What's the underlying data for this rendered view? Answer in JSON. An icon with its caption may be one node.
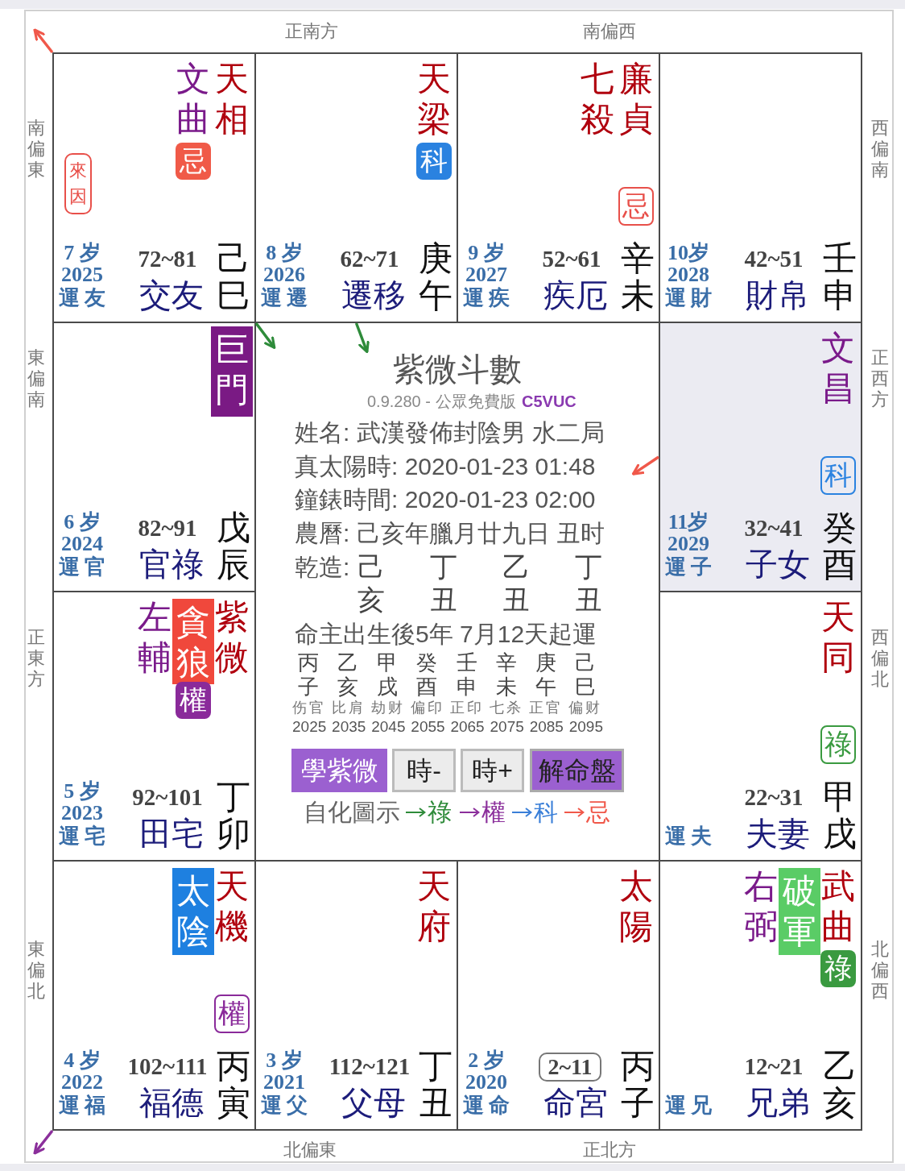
{
  "diagram": {
    "title": "紫微斗數",
    "nodes": [
      {
        "text": [
          "天相",
          "文曲",
          "7 岁",
          "2025",
          "運 友",
          "72~81",
          "交友",
          "己巳"
        ]
      },
      {
        "text": [
          "忌"
        ],
        "in": 0
      },
      {
        "text": [
          "來因"
        ],
        "in": 0
      },
      {
        "text": [
          "天梁",
          "8 岁",
          "2026",
          "運 遷",
          "62~71",
          "遷移",
          "庚午"
        ]
      },
      {
        "text": [
          "科"
        ],
        "in": 3
      },
      {
        "text": [
          "廉貞",
          "七殺",
          "9 岁",
          "2027",
          "運 疾",
          "52~61",
          "疾厄",
          "辛未"
        ]
      },
      {
        "text": [
          "忌"
        ],
        "in": 5
      },
      {
        "text": [
          "10岁",
          "2028",
          "運 財",
          "42~51",
          "財帛",
          "壬申"
        ]
      },
      {
        "text": [
          "6 岁",
          "2024",
          "運 官",
          "82~91",
          "官祿",
          "戊辰"
        ]
      },
      {
        "text": [
          "巨門"
        ],
        "in": 8
      },
      {
        "text": [
          "0.9.280 - 公眾免費版",
          "C5VUC",
          "姓名: 武漢發佈封陰男 水二局",
          "真太陽時: 2020-01-23 01:48",
          "鐘錶時間: 2020-01-23 02:00",
          "農曆: 己亥年臘月廿九日 丑时",
          "乾造:",
          "己 丁 乙 丁",
          "亥 丑 丑 丑",
          "命主出生後5年 7月12天起運",
          "丙 乙 甲 癸 壬 辛 庚 己",
          "子 亥 戌 酉 申 未 午 巳",
          "伤官 比肩 劫财 偏印 正印 七杀 正官 偏财",
          "2025 2035 2045 2055 2065 2075 2085 2095"
        ]
      },
      {
        "text": [
          "學紫微"
        ],
        "in": 10
      },
      {
        "text": [
          "時-"
        ],
        "in": 10
      },
      {
        "text": [
          "時+"
        ],
        "in": 10
      },
      {
        "text": [
          "解命盤"
        ],
        "in": 10
      },
      {
        "text": [
          "文昌",
          "11岁",
          "2029",
          "運 子",
          "32~41",
          "子女",
          "癸酉"
        ]
      },
      {
        "text": [
          "科"
        ],
        "in": 15
      },
      {
        "text": [
          "紫微",
          "左輔",
          "5 岁",
          "2023",
          "運 宅",
          "92~101",
          "田宅",
          "丁卯"
        ]
      },
      {
        "text": [
          "貪狼"
        ],
        "in": 17
      },
      {
        "text": [
          "權"
        ],
        "in": 17
      },
      {
        "text": [
          "天同",
          "運 夫",
          "22~31",
          "夫妻",
          "甲戌"
        ]
      },
      {
        "text": [
          "祿"
        ],
        "in": 20
      },
      {
        "text": [
          "天機",
          "4 岁",
          "2022",
          "運 福",
          "102~111",
          "福德",
          "丙寅"
        ]
      },
      {
        "text": [
          "太陰"
        ],
        "in": 22
      },
      {
        "text": [
          "權"
        ],
        "in": 22
      },
      {
        "text": [
          "天府",
          "3 岁",
          "2021",
          "運 父",
          "112~121",
          "父母",
          "丁丑"
        ]
      },
      {
        "text": [
          "太陽",
          "2 岁",
          "2020",
          "運 命",
          "命宮",
          "丙子"
        ]
      },
      {
        "text": [
          "2~11"
        ],
        "in": 26
      },
      {
        "text": [
          "武曲",
          "右弼",
          "運 兄",
          "12~21",
          "兄弟",
          "乙亥"
        ]
      },
      {
        "text": [
          "破軍"
        ],
        "in": 28
      },
      {
        "text": [
          "祿"
        ],
        "in": 28
      }
    ],
    "edges": [
      {
        "from": 0,
        "to": null,
        "arrow": "to",
        "color": "#f0584a"
      },
      {
        "from": 0,
        "to": 10,
        "arrow": "to",
        "color": "#2e8b3a"
      },
      {
        "from": 3,
        "to": 10,
        "arrow": "to",
        "color": "#2e8b3a"
      },
      {
        "from": 15,
        "to": 10,
        "arrow": "to",
        "color": "#f0584a"
      },
      {
        "from": 22,
        "to": null,
        "arrow": "to",
        "color": "#8b2f9b"
      }
    ],
    "labels": [
      "正南方",
      "南偏西",
      "南偏東",
      "西偏南",
      "東偏南",
      "正西方",
      "正東方",
      "西偏北",
      "自化圖示",
      "東偏北",
      "北偏西",
      "北偏東",
      "正北方"
    ],
    "legend": [
      {
        "text": "祿",
        "color": "#2e8b3a"
      },
      {
        "text": "權",
        "color": "#8b2f9b"
      },
      {
        "text": "科",
        "color": "#3a7fd8"
      },
      {
        "text": "忌",
        "color": "#f0584a"
      }
    ]
  }
}
